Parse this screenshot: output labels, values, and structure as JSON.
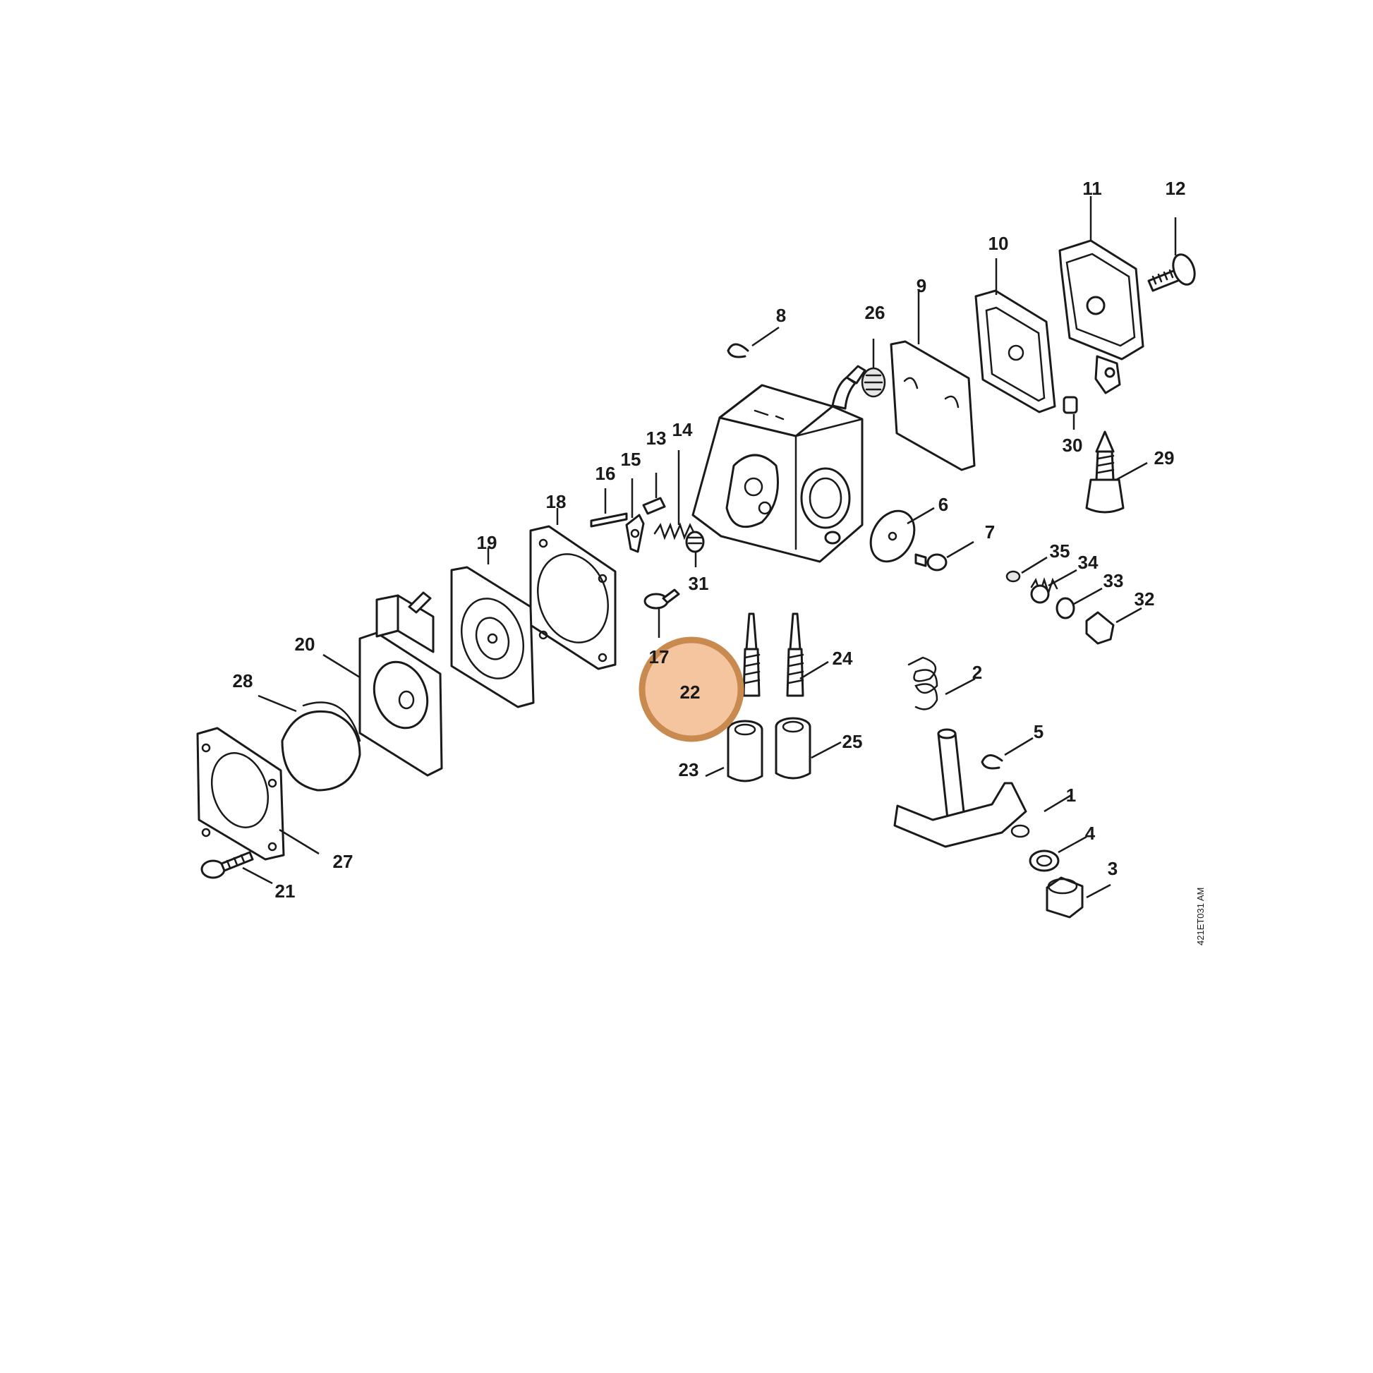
{
  "diagram_code": "421ET031 AM",
  "highlight_color": "#f5c5a0",
  "highlight_stroke": "#c98a50",
  "callouts": [
    "1",
    "2",
    "3",
    "4",
    "5",
    "6",
    "7",
    "8",
    "9",
    "10",
    "11",
    "12",
    "13",
    "14",
    "15",
    "16",
    "17",
    "18",
    "19",
    "20",
    "21",
    "22",
    "23",
    "24",
    "25",
    "26",
    "27",
    "28",
    "29",
    "30",
    "31",
    "32",
    "33",
    "34",
    "35"
  ],
  "highlighted_callout": "22"
}
